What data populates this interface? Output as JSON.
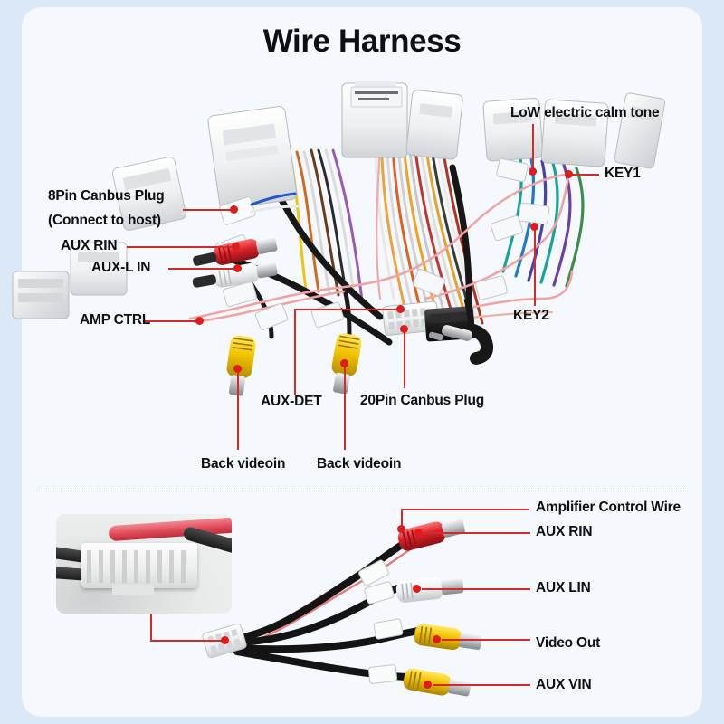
{
  "page": {
    "title": "Wire Harness",
    "background_color": "#dbe8f7",
    "card_color": "#f5f9fd",
    "accent_color": "#d32a2a"
  },
  "top_section": {
    "labels": [
      {
        "id": "pin8-canbus",
        "text": "8Pin Canbus Plug"
      },
      {
        "id": "pin8-canbus-sub",
        "text": "(Connect to host)"
      },
      {
        "id": "aux-rin",
        "text": "AUX RIN"
      },
      {
        "id": "aux-l-in",
        "text": "AUX-L IN"
      },
      {
        "id": "amp-ctrl",
        "text": "AMP CTRL"
      },
      {
        "id": "low-electric",
        "text": "LoW electric calm tone"
      },
      {
        "id": "key1",
        "text": "KEY1"
      },
      {
        "id": "key2",
        "text": "KEY2"
      },
      {
        "id": "aux-det",
        "text": "AUX-DET"
      },
      {
        "id": "pin20-canbus",
        "text": "20Pin Canbus Plug"
      },
      {
        "id": "back-videoin-1",
        "text": "Back videoin"
      },
      {
        "id": "back-videoin-2",
        "text": "Back videoin"
      }
    ]
  },
  "bottom_section": {
    "labels": [
      {
        "id": "amplifier-control-wire",
        "text": "Amplifier Control Wire"
      },
      {
        "id": "aux-rin",
        "text": "AUX RIN"
      },
      {
        "id": "aux-lin",
        "text": "AUX LIN"
      },
      {
        "id": "video-out",
        "text": "Video Out"
      },
      {
        "id": "aux-vin",
        "text": "AUX VIN"
      }
    ]
  }
}
